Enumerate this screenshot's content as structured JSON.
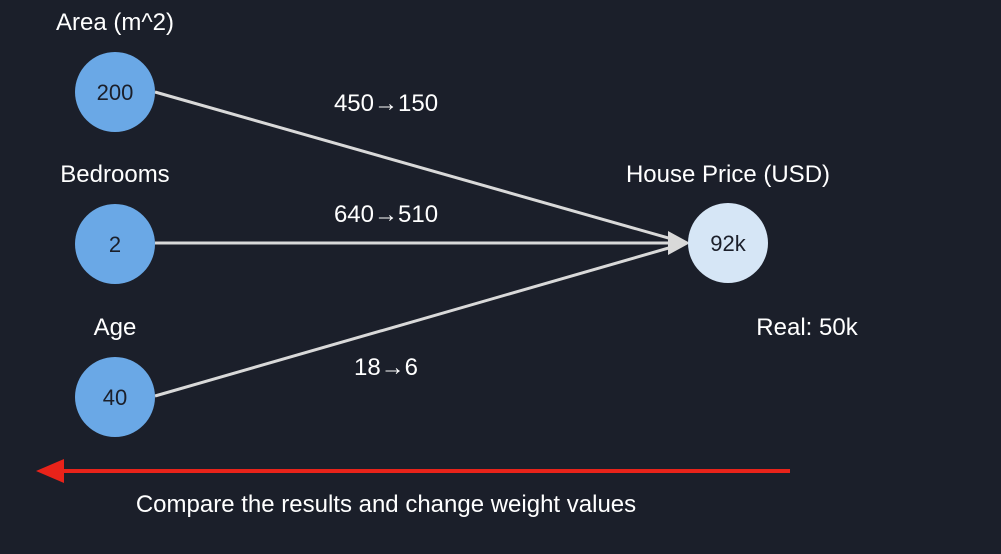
{
  "inputs": [
    {
      "label": "Area (m^2)",
      "value": "200",
      "weight": "450→150"
    },
    {
      "label": "Bedrooms",
      "value": "2",
      "weight": "640→510"
    },
    {
      "label": "Age",
      "value": "40",
      "weight": "18→6"
    }
  ],
  "output": {
    "label": "House Price (USD)",
    "value": "92k",
    "real": "Real: 50k"
  },
  "caption": "Compare the results and change weight values",
  "colors": {
    "background": "#1b1f2a",
    "input_node": "#6aa8e6",
    "output_node": "#d6e6f6",
    "edge": "#d9d9d9",
    "back_arrow": "#e8231a",
    "text": "#ffffff"
  }
}
